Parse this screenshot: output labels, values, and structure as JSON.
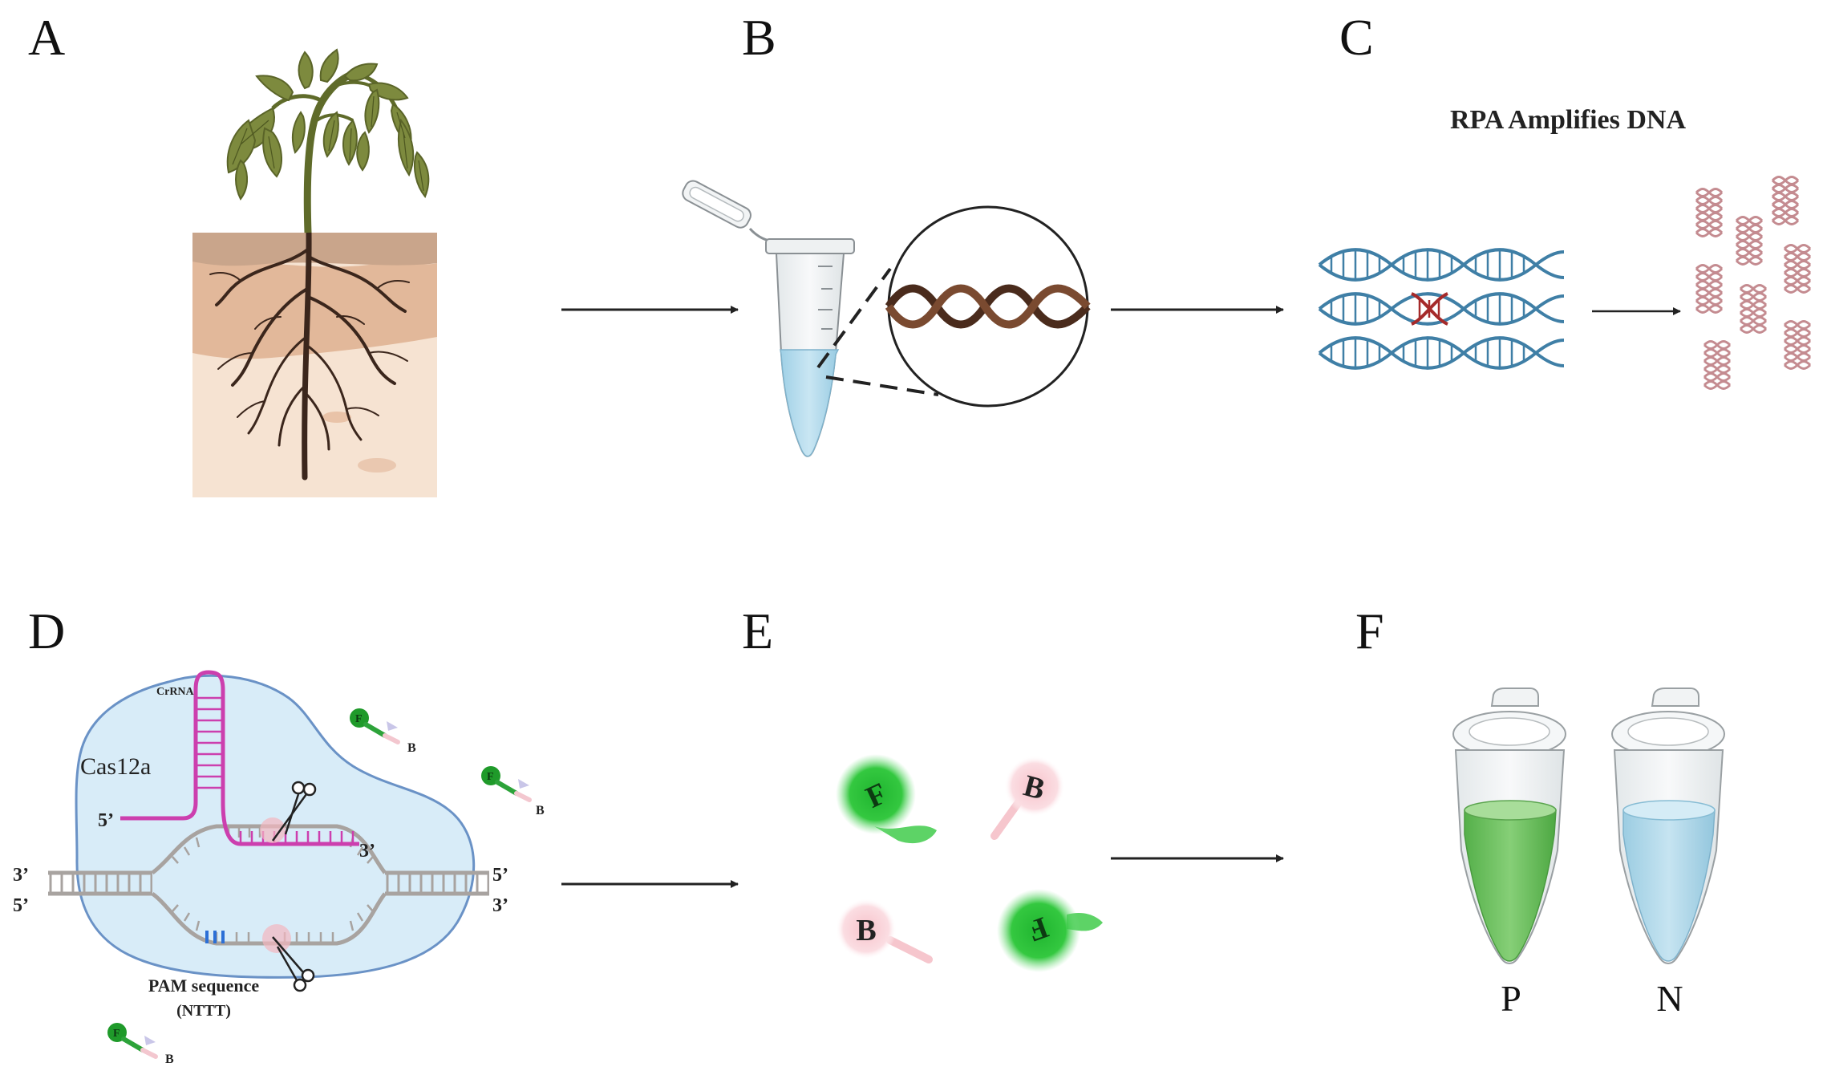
{
  "panels": {
    "a": {
      "letter": "A"
    },
    "b": {
      "letter": "B"
    },
    "c": {
      "letter": "C",
      "title": "RPA Amplifies DNA"
    },
    "d": {
      "letter": "D",
      "crrna": "CrRNA",
      "protein": "Cas12a",
      "five_prime_top": "5’",
      "three_prime_crrna": "3’",
      "left_top": "3’",
      "left_bottom": "5’",
      "right_top": "5’",
      "right_bottom": "3’",
      "pam_line1": "PAM sequence",
      "pam_line2": "(NTTT)",
      "reporter_f": "F",
      "reporter_b": "B"
    },
    "e": {
      "letter": "E",
      "fluor": "F",
      "quench": "B"
    },
    "f": {
      "letter": "F",
      "positive": "P",
      "negative": "N"
    }
  },
  "colors": {
    "soil_top": "#c9a58b",
    "soil_mid": "#e2b89a",
    "soil_low": "#f6e3d2",
    "root": "#3b261c",
    "leaf": "#7d8a3e",
    "dna_blue": "#3f7fa6",
    "dna_red": "#a52a2a",
    "amplicon": "#c48b90",
    "cas_body": "#d8ecf8",
    "cas_edge": "#6a92c6",
    "crrna": "#cc3fae",
    "dna_strand": "#a8a3a0",
    "pam": "#2b6fd6",
    "fluor_green": "#2ec73a",
    "quench_pink": "#f6c6cd",
    "positive_liquid": "#6cc25e",
    "negative_liquid": "#a9d6ea",
    "arrow": "#222222"
  },
  "icons": [
    "wilting-plant-icon",
    "microtube-icon",
    "dna-helix-icon",
    "amplicon-icon",
    "scissors-icon",
    "reporter-probe-icon",
    "fluorophore-icon",
    "quencher-icon"
  ]
}
